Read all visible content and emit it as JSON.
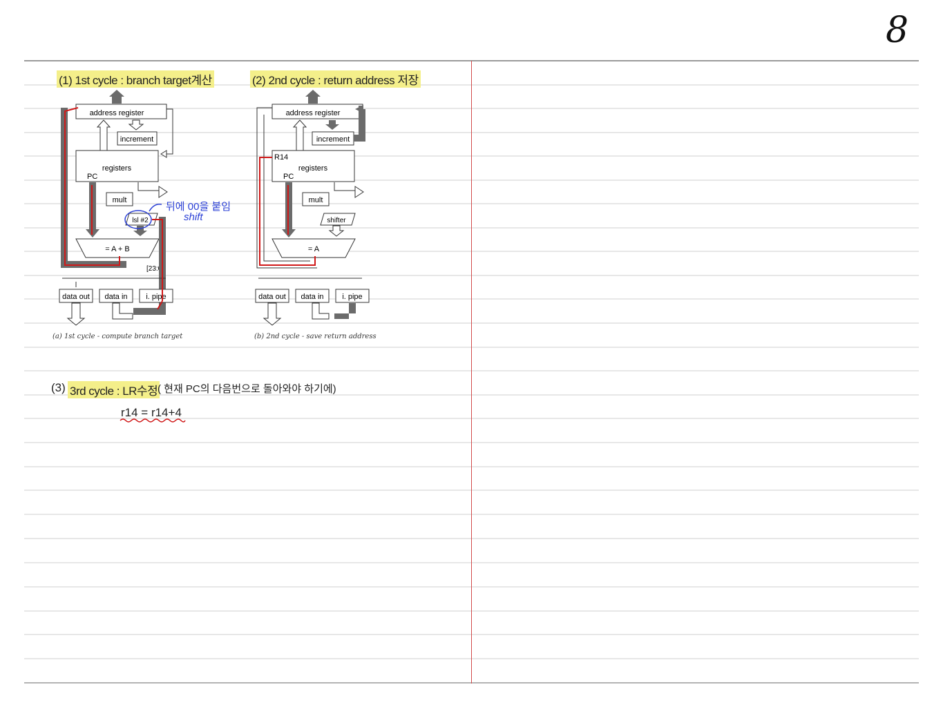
{
  "page_number": "8",
  "heading1": "(1) 1st cycle : branch target계산",
  "heading2": "(2) 2nd cycle : return address 저장",
  "heading3_prefix": "(3)",
  "heading3_highlight": "3rd cycle : LR수정",
  "heading3_note": "( 현재 PC의 다음번으로 돌아와야 하기에)",
  "formula": "r14 = r14+4",
  "annotation_line1": "뒤에 00을 붙임",
  "annotation_line2": "shift",
  "fig_a": {
    "address_register": "address register",
    "increment": "increment",
    "registers": "registers",
    "pc": "PC",
    "mult": "mult",
    "lsl": "lsl #2",
    "alu": "= A + B",
    "bits": "[23:0]",
    "data_out": "data out",
    "data_in": "data in",
    "i_pipe": "i. pipe",
    "caption": "(a)  1st cycle - compute branch target"
  },
  "fig_b": {
    "address_register": "address register",
    "increment": "increment",
    "r14": "R14",
    "registers": "registers",
    "pc": "PC",
    "mult": "mult",
    "shifter": "shifter",
    "alu": "= A",
    "data_out": "data out",
    "data_in": "data in",
    "i_pipe": "i. pipe",
    "caption": "(b)  2nd cycle - save return address"
  },
  "colors": {
    "highlight": "#f4ef8a",
    "margin": "#d24a4a",
    "path_red": "#d01818",
    "path_grey": "#6b6b6b",
    "ink_blue": "#2a3fd6"
  }
}
